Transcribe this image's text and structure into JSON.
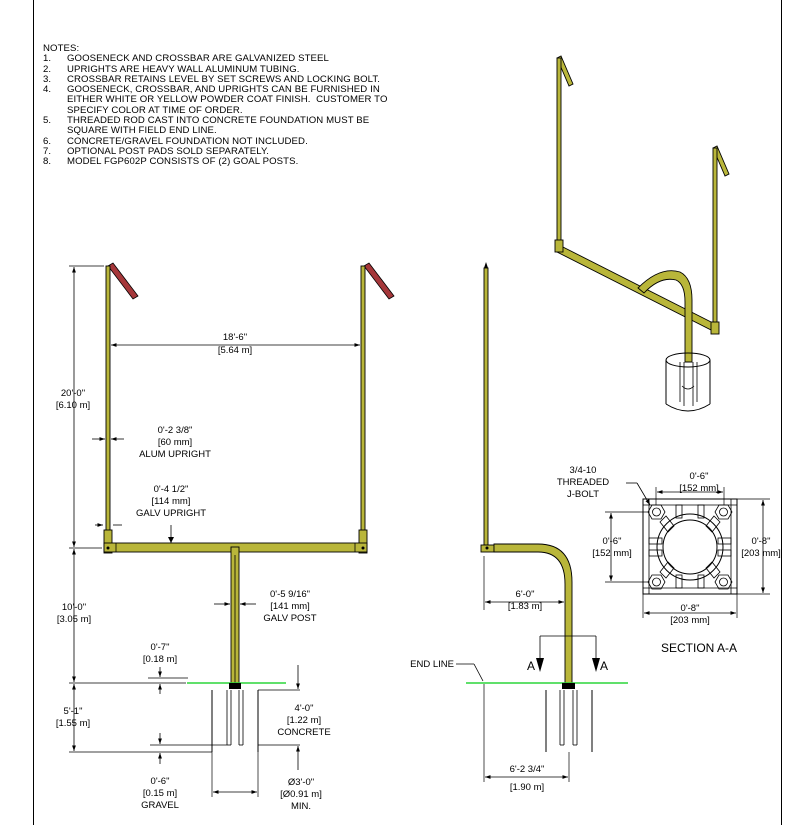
{
  "notes": {
    "heading": "NOTES:",
    "items": [
      {
        "num": "1.",
        "text": "GOOSENECK AND CROSSBAR ARE GALVANIZED STEEL"
      },
      {
        "num": "2.",
        "text": "UPRIGHTS ARE HEAVY WALL ALUMINUM TUBING."
      },
      {
        "num": "3.",
        "text": "CROSSBAR RETAINS LEVEL BY SET SCREWS AND LOCKING BOLT."
      },
      {
        "num": "4.",
        "text": "GOOSENECK, CROSSBAR, AND UPRIGHTS CAN BE FURNISHED IN\nEITHER WHITE OR YELLOW POWDER COAT FINISH.  CUSTOMER TO\nSPECIFY COLOR AT TIME OF ORDER."
      },
      {
        "num": "5.",
        "text": "THREADED ROD CAST INTO CONCRETE FOUNDATION MUST BE\nSQUARE WITH FIELD END LINE."
      },
      {
        "num": "6.",
        "text": "CONCRETE/GRAVEL FOUNDATION NOT INCLUDED."
      },
      {
        "num": "7.",
        "text": "OPTIONAL POST PADS SOLD SEPARATELY."
      },
      {
        "num": "8.",
        "text": "MODEL FGP602P CONSISTS OF (2) GOAL POSTS."
      }
    ]
  },
  "front_view": {
    "width": {
      "imperial": "18'-6\"",
      "metric": "[5.64 m]"
    },
    "upright_height": {
      "imperial": "20'-0\"",
      "metric": "[6.10 m]"
    },
    "alum_upright": {
      "imperial": "0'-2 3/8\"",
      "metric": "[60 mm]",
      "label": "ALUM UPRIGHT"
    },
    "galv_upright": {
      "imperial": "0'-4 1/2\"",
      "metric": "[114 mm]",
      "label": "GALV UPRIGHT"
    },
    "crossbar_height": {
      "imperial": "10'-0\"",
      "metric": "[3.05 m]"
    },
    "galv_post": {
      "imperial": "0'-5 9/16\"",
      "metric": "[141 mm]",
      "label": "GALV POST"
    },
    "above_grade": {
      "imperial": "0'-7\"",
      "metric": "[0.18 m]"
    },
    "embed_depth": {
      "imperial": "5'-1\"",
      "metric": "[1.55 m]"
    },
    "concrete": {
      "imperial": "4'-0\"",
      "metric": "[1.22 m]",
      "label": "CONCRETE"
    },
    "gravel": {
      "imperial": "0'-6\"",
      "metric": "[0.15 m]",
      "label": "GRAVEL"
    },
    "diameter": {
      "imperial": "Ø3'-0\"",
      "metric": "[Ø0.91 m]",
      "label": "MIN."
    }
  },
  "side_view": {
    "offset": {
      "imperial": "6'-0\"",
      "metric": "[1.83 m]"
    },
    "end_line": "END LINE",
    "section_mark": "A",
    "base_offset": {
      "imperial": "6'-2 3/4\"",
      "metric": "[1.90 m]"
    }
  },
  "section": {
    "bolt": {
      "line1": "3/4-10",
      "line2": "THREADED",
      "line3": "J-BOLT"
    },
    "top_bolt_spacing": {
      "imperial": "0'-6\"",
      "metric": "[152 mm]"
    },
    "side_bolt_spacing": {
      "imperial": "0'-6\"",
      "metric": "[152 mm]"
    },
    "right_plate": {
      "imperial": "0'-8\"",
      "metric": "[203 mm]"
    },
    "bottom_plate": {
      "imperial": "0'-8\"",
      "metric": "[203 mm]"
    },
    "title": "SECTION A-A"
  },
  "colors": {
    "galvanized": "#b9b63a",
    "pad": "#a5373a",
    "ground_line": "#2bd63a"
  }
}
